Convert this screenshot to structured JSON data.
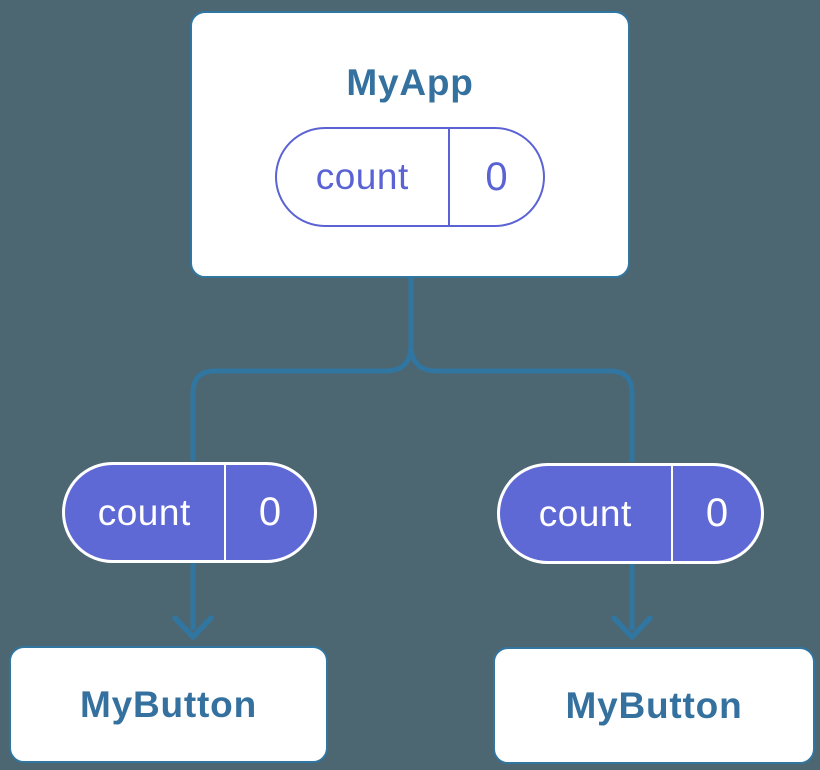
{
  "colors": {
    "bg": "#4C6771",
    "line": "#3176A0",
    "text-blue": "#35719F",
    "purple": "#5F69D6",
    "purple-outline": "#5A62D4",
    "card-bg": "#FFFFFF",
    "text-light": "#FFFFFF"
  },
  "diagram": {
    "root": {
      "title": "MyApp",
      "state": {
        "label": "count",
        "value": "0"
      }
    },
    "children": [
      {
        "prop": {
          "label": "count",
          "value": "0"
        },
        "title": "MyButton"
      },
      {
        "prop": {
          "label": "count",
          "value": "0"
        },
        "title": "MyButton"
      }
    ]
  }
}
